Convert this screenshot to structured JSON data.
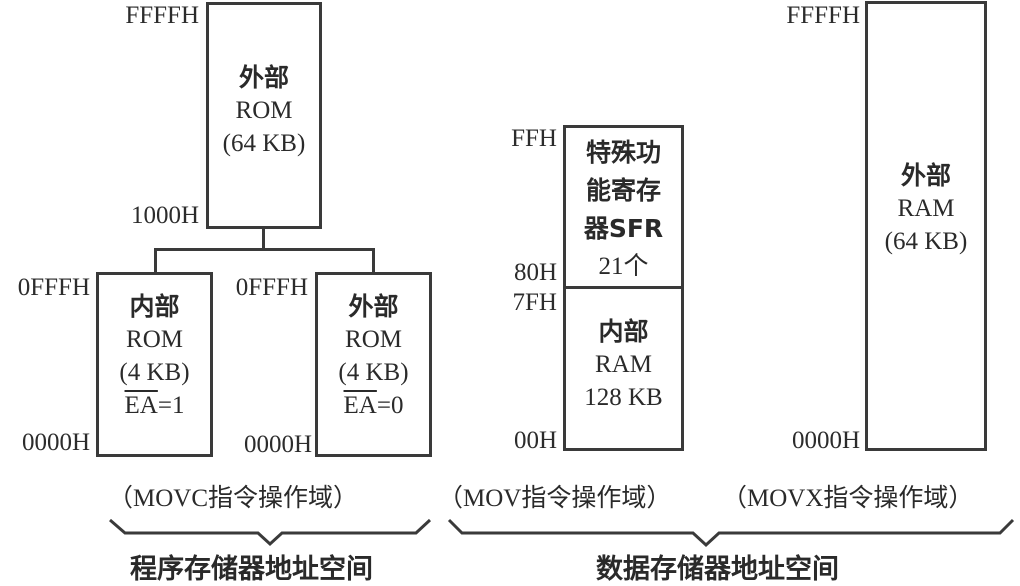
{
  "program_memory": {
    "external_rom_top": {
      "title": "外部",
      "type": "ROM",
      "size": "(64 KB)",
      "addr_high": "FFFFH",
      "addr_low": "1000H"
    },
    "internal_rom": {
      "title": "内部",
      "type": "ROM",
      "size": "(4 KB)",
      "ea_signal": "EA",
      "ea_value": "=1",
      "addr_high": "0FFFH",
      "addr_low": "0000H"
    },
    "external_rom_low": {
      "title": "外部",
      "type": "ROM",
      "size": "(4 KB)",
      "ea_signal": "EA",
      "ea_value": "=0",
      "addr_high": "0FFFH",
      "addr_low": "0000H"
    },
    "instruction_caption": "（MOVC指令操作域）",
    "space_label": "程序存储器地址空间"
  },
  "data_memory": {
    "sfr": {
      "line1": "特殊功",
      "line2": "能寄存",
      "line3": "器SFR",
      "line4": "21个",
      "addr_high": "FFH",
      "addr_low": "80H"
    },
    "internal_ram": {
      "title": "内部",
      "type": "RAM",
      "size": "128 KB",
      "addr_high": "7FH",
      "addr_low": "00H"
    },
    "mov_caption": "（MOV指令操作域）",
    "external_ram": {
      "title": "外部",
      "type": "RAM",
      "size": "(64 KB)",
      "addr_high": "FFFFH",
      "addr_low": "0000H"
    },
    "movx_caption": "（MOVX指令操作域）",
    "space_label": "数据存储器地址空间"
  }
}
